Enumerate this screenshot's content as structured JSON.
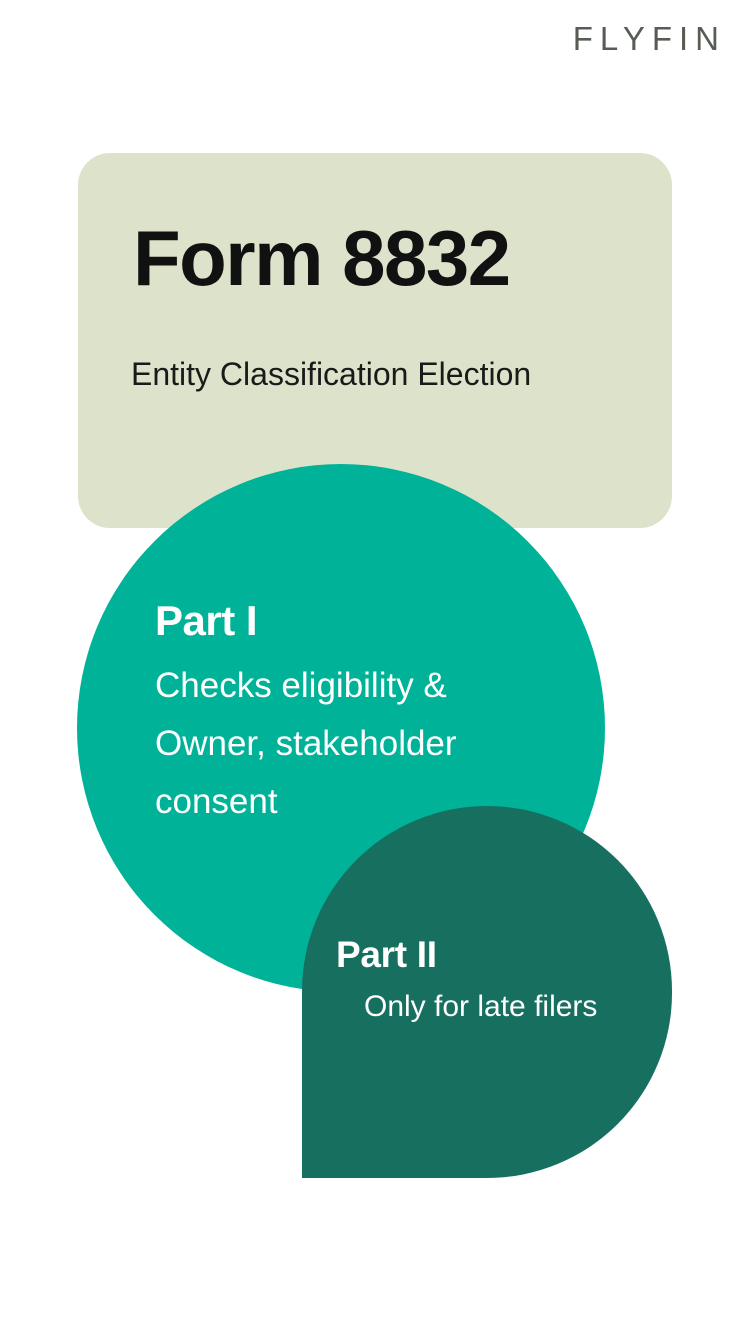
{
  "brand": {
    "name": "FLYFIN",
    "color": "#575c55"
  },
  "title_card": {
    "title": "Form 8832",
    "subtitle": "Entity Classification Election",
    "background_color": "#dce3ca",
    "title_color": "#111111"
  },
  "part_one": {
    "heading": "Part I",
    "body": "Checks eligibility &\nOwner, stakeholder\nconsent",
    "background_color": "#00b398",
    "text_color": "#ffffff"
  },
  "part_two": {
    "heading": "Part II",
    "body": "Only for late filers",
    "background_color": "#176f60",
    "text_color": "#ffffff"
  },
  "page": {
    "background_color": "#ffffff"
  }
}
